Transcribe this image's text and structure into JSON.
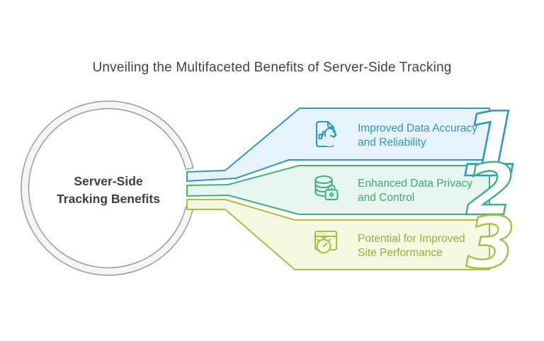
{
  "title": "Unveiling the Multifaceted Benefits of Server-Side Tracking",
  "background_color": "#ffffff",
  "hub": {
    "label": "Server-Side\nTracking Benefits",
    "text_color": "#3b4043",
    "ring_stroke": "#9f9f9f",
    "ring_fill": "#f5f5f5"
  },
  "benefits": [
    {
      "number": "1",
      "label": "Improved Data Accuracy\nand Reliability",
      "icon": "document-chart-refresh-icon",
      "accent": "#2e97c6",
      "fill": "#e7f3fb",
      "text_color": "#2e96c4"
    },
    {
      "number": "2",
      "label": "Enhanced Data Privacy\nand Control",
      "icon": "database-lock-icon",
      "accent": "#3eb183",
      "fill": "#e7f7ef",
      "text_color": "#3bab7c"
    },
    {
      "number": "3",
      "label": "Potential for Improved\nSite Performance",
      "icon": "browser-stopwatch-icon",
      "accent": "#a9bf44",
      "fill": "#f6f9e1",
      "text_color": "#9aad3e"
    }
  ]
}
